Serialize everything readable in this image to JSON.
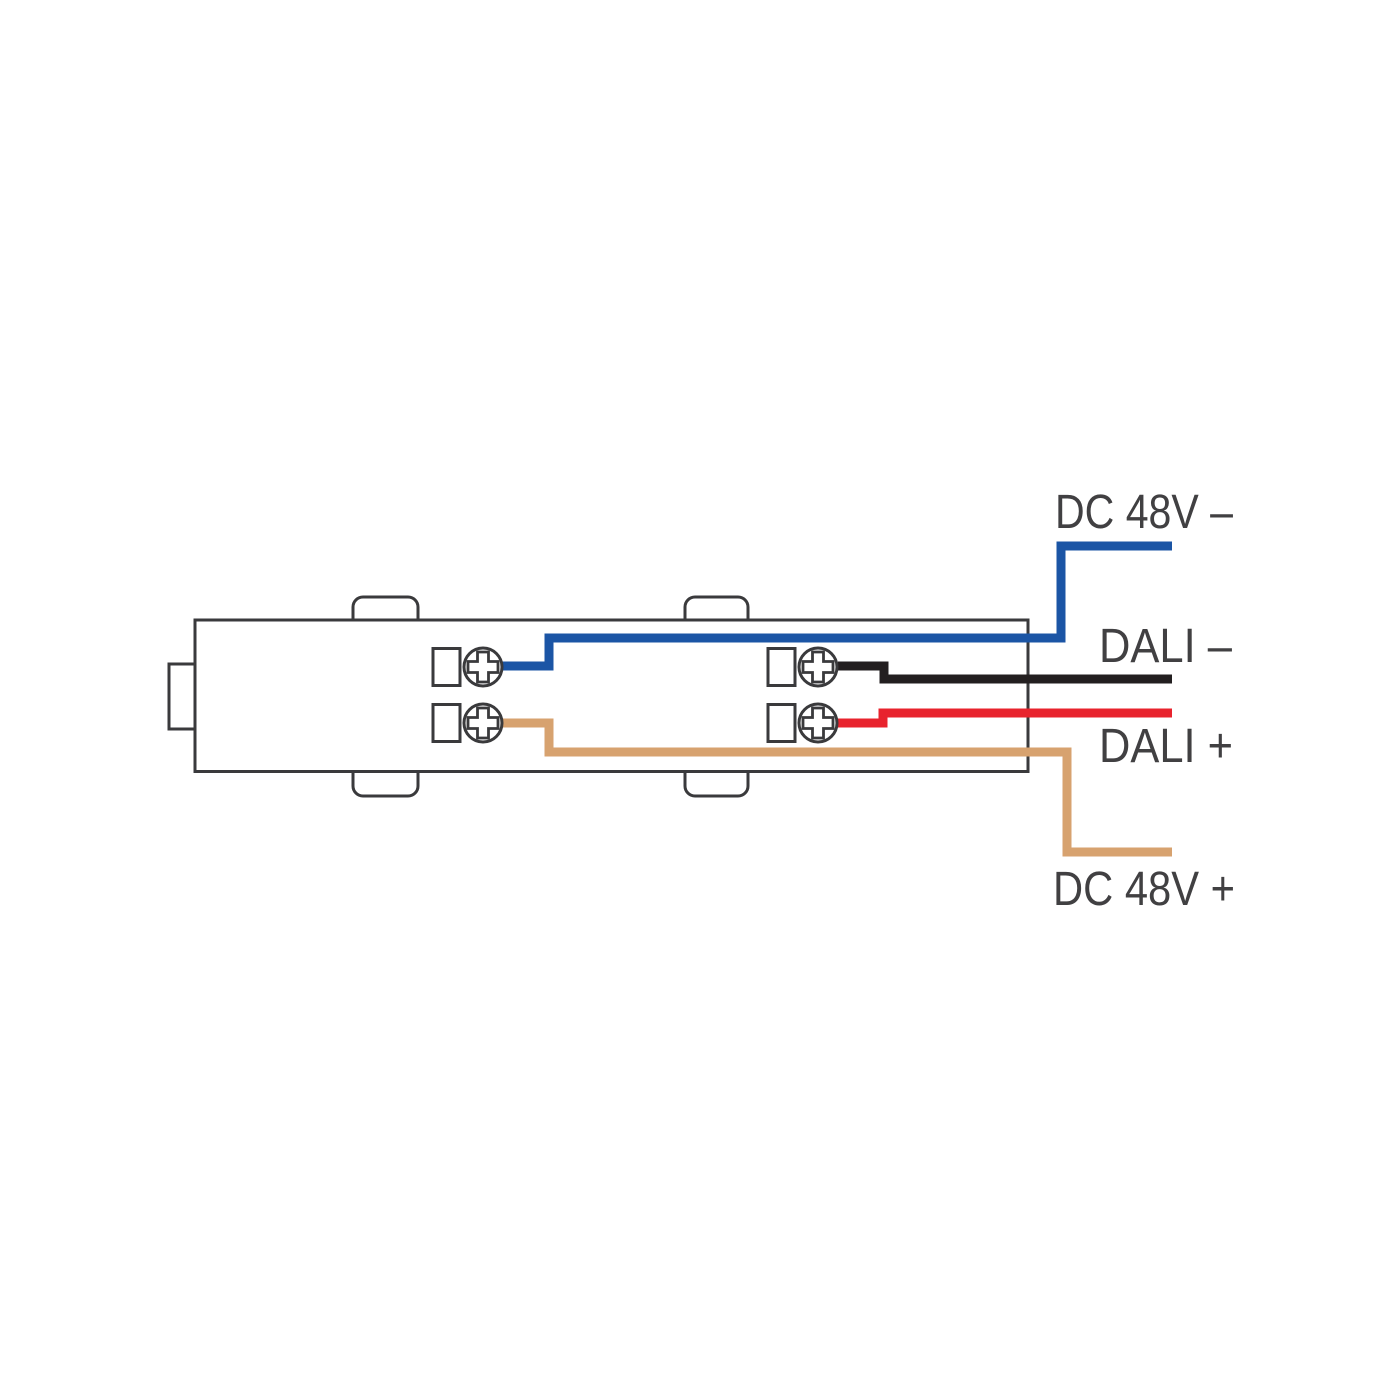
{
  "page": {
    "background": "#FFFFFF"
  },
  "diagram": {
    "labels": {
      "dc48v_neg": "DC 48V –",
      "dali_neg": "DALI –",
      "dali_pos": "DALI +",
      "dc48v_pos": "DC 48V +"
    },
    "colors": {
      "dc48v_neg_wire": "#1B55A5",
      "dali_neg_wire": "#231F20",
      "dali_pos_wire": "#E8232D",
      "dc48v_pos_wire": "#D7A26F",
      "component_outline": "#3A3A3C",
      "label_text": "#414042",
      "background": "#FFFFFF"
    }
  }
}
